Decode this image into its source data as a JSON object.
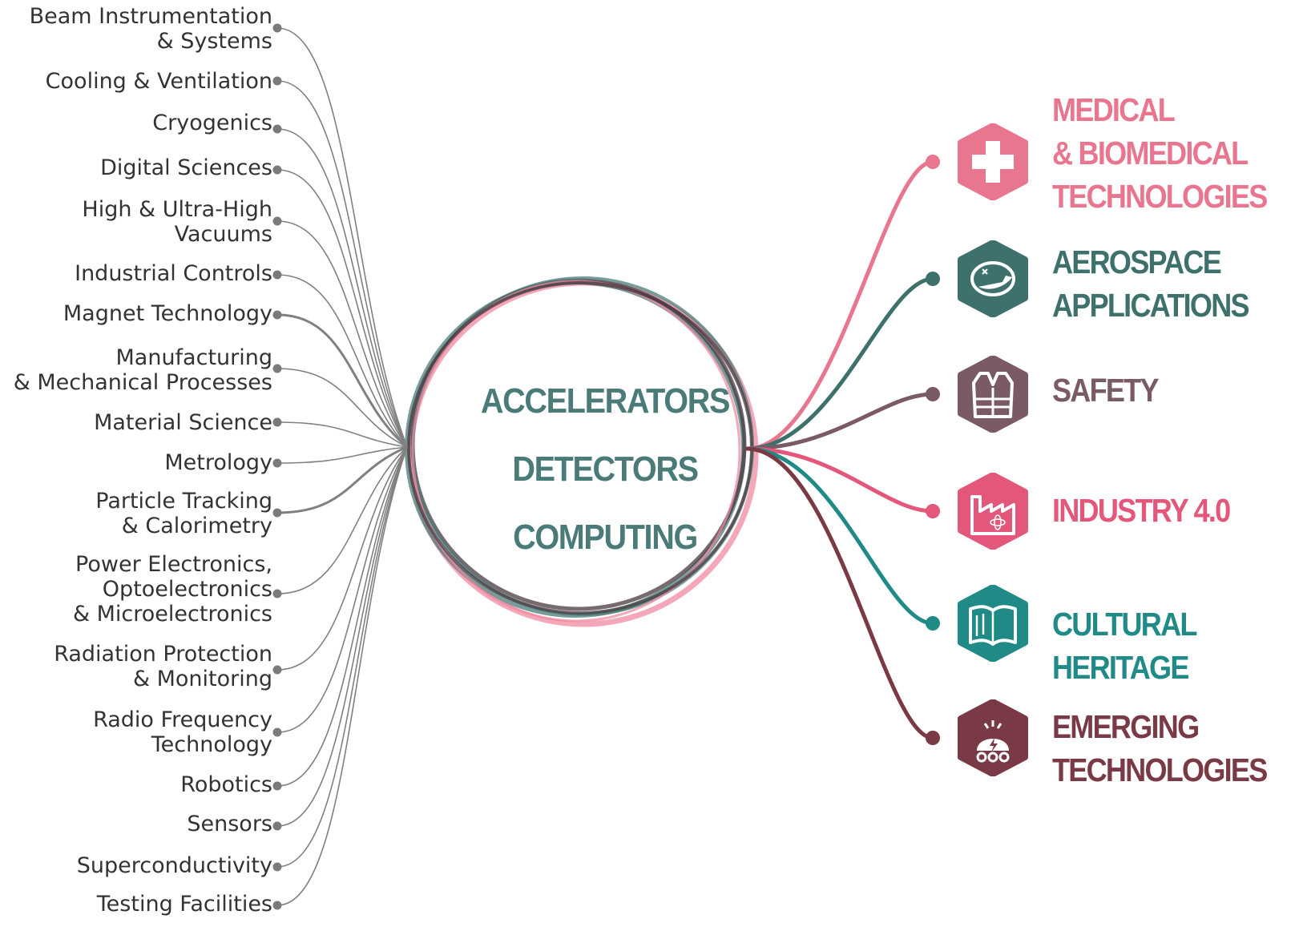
{
  "core": {
    "lines": [
      "ACCELERATORS",
      "DETECTORS",
      "COMPUTING"
    ]
  },
  "technologies": [
    "Beam Instrumentation\n& Systems",
    "Cooling & Ventilation",
    "Cryogenics",
    "Digital Sciences",
    "High & Ultra-High\nVacuums",
    "Industrial Controls",
    "Magnet Technology",
    "Manufacturing\n& Mechanical Processes",
    "Material Science",
    "Metrology",
    "Particle Tracking\n& Calorimetry",
    "Power Electronics,\nOptoelectronics\n& Microelectronics",
    "Radiation Protection\n& Monitoring",
    "Radio Frequency\nTechnology",
    "Robotics",
    "Sensors",
    "Superconductivity",
    "Testing Facilities"
  ],
  "domains": [
    {
      "label": "MEDICAL\n& BIOMEDICAL\nTECHNOLOGIES",
      "color": "#e8768f",
      "icon": "medical-cross-icon"
    },
    {
      "label": "AEROSPACE\nAPPLICATIONS",
      "color": "#3f716c",
      "icon": "airplane-globe-icon"
    },
    {
      "label": "SAFETY",
      "color": "#7a5b63",
      "icon": "safety-vest-icon"
    },
    {
      "label": "INDUSTRY 4.0",
      "color": "#e2577a",
      "icon": "factory-atom-icon"
    },
    {
      "label": "CULTURAL HERITAGE",
      "color": "#1f8a86",
      "icon": "open-book-icon"
    },
    {
      "label": "EMERGING\nTECHNOLOGIES",
      "color": "#7a3a45",
      "icon": "robot-lightning-icon"
    }
  ],
  "colors": {
    "tech_line": "#808080",
    "dot": "#7a7a7a",
    "ring_teal": "#4a7b78",
    "ring_pink": "#ef8aa0",
    "ring_dark": "#4a3a40"
  }
}
